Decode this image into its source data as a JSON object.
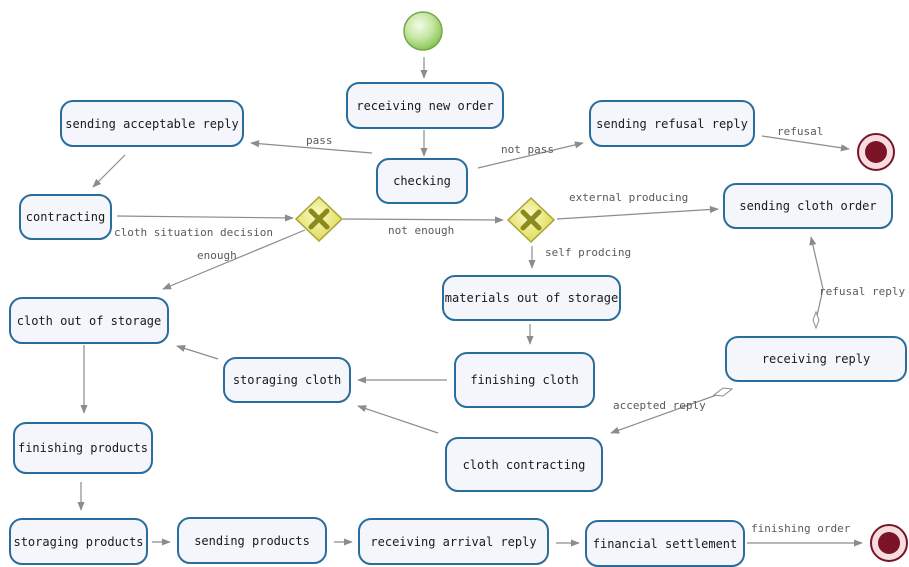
{
  "tasks": {
    "receiving_new_order": "receiving new order",
    "sending_acceptable_reply": "sending acceptable reply",
    "sending_refusal_reply": "sending refusal reply",
    "checking": "checking",
    "contracting": "contracting",
    "sending_cloth_order": "sending cloth order",
    "materials_out_of_storage": "materials out of storage",
    "cloth_out_of_storage": "cloth out of storage",
    "storaging_cloth": "storaging cloth",
    "finishing_cloth": "finishing cloth",
    "receiving_reply": "receiving reply",
    "finishing_products": "finishing products",
    "cloth_contracting": "cloth contracting",
    "storaging_products": "storaging products",
    "sending_products": "sending products",
    "receiving_arrival_reply": "receiving arrival reply",
    "financial_settlement": "financial settlement"
  },
  "flow_labels": {
    "pass": "pass",
    "not_pass": "not pass",
    "refusal": "refusal",
    "external_producing": "external producing",
    "cloth_situation_decision": "cloth situation decision",
    "not_enough": "not enough",
    "enough": "enough",
    "self_prodcing": "self prodcing",
    "refusal_reply": "refusal reply",
    "accepted_reply": "accepted reply",
    "finishing_order": "finishing order"
  },
  "colors": {
    "task_border": "#2a6d9c",
    "task_fill": "#f4f6fb",
    "arrow": "#8c8c8c",
    "start_event": "#8cc65a",
    "end_event": "#7a1426",
    "gateway_fill": "#e6e24c",
    "gateway_marker": "#8a8a1e"
  }
}
